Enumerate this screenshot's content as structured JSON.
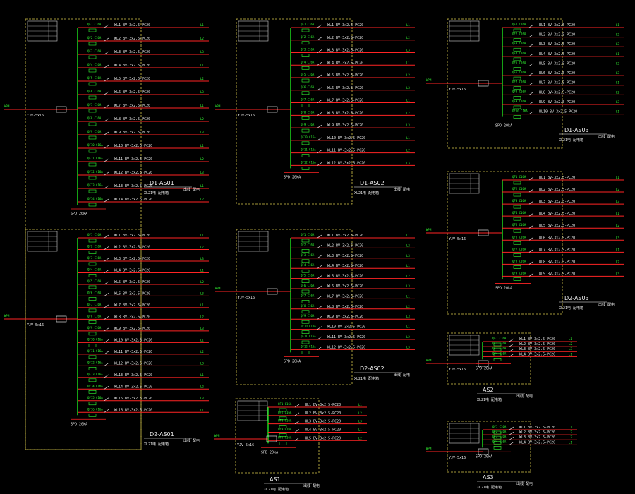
{
  "colors": {
    "background": "#000000",
    "frame": "#d8c84a",
    "feeder": "#ff2424",
    "bus": "#1ee61e",
    "component": "#33ff33",
    "text": "#e8e8e8"
  },
  "panels": [
    {
      "id": "p1",
      "code": "D1-AS01",
      "subtitle": "XL21电  配电箱",
      "side": "出线 配电",
      "circuits": 14
    },
    {
      "id": "p2",
      "code": "D1-AS02",
      "subtitle": "XL21电  配电箱",
      "side": "出线 配电",
      "circuits": 12
    },
    {
      "id": "p3",
      "code": "D1-AS03",
      "subtitle": "XL21电  配电箱",
      "side": "出线 配电",
      "circuits": 10
    },
    {
      "id": "p4",
      "code": "D2-AS01",
      "subtitle": "XL21电  配电箱",
      "side": "出线 配电",
      "circuits": 16
    },
    {
      "id": "p5",
      "code": "D2-AS02",
      "subtitle": "XL21电  配电箱",
      "side": "出线 配电",
      "circuits": 12
    },
    {
      "id": "p6",
      "code": "D2-AS03",
      "subtitle": "XL21电  配电箱",
      "side": "出线 配电",
      "circuits": 9
    },
    {
      "id": "p7",
      "code": "AS1",
      "subtitle": "XL21电  配电箱",
      "side": "出线 配电",
      "circuits": 5
    },
    {
      "id": "p8",
      "code": "AS2",
      "subtitle": "XL21电  配电箱",
      "side": "出线 配电",
      "circuits": 4
    },
    {
      "id": "p9",
      "code": "AS3",
      "subtitle": "XL21电  配电箱",
      "side": "出线 配电",
      "circuits": 4
    }
  ],
  "labels": {
    "incoming": "进线",
    "breaker": "QF",
    "circuit_prefix": "WL"
  }
}
